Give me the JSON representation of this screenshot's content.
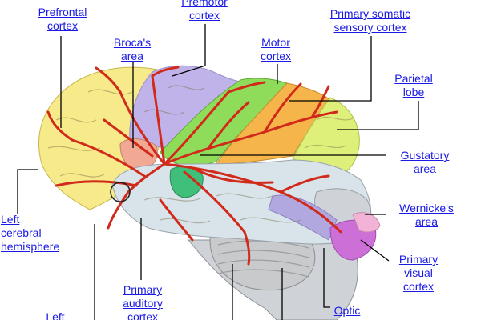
{
  "labels": {
    "prefrontal": [
      "Prefrontal",
      "cortex"
    ],
    "premotor": [
      "Premotor",
      "cortex"
    ],
    "somatic": [
      "Primary somatic",
      "sensory cortex"
    ],
    "broca": [
      "Broca's",
      "area"
    ],
    "motor": [
      "Motor",
      "cortex"
    ],
    "parietal": [
      "Parietal",
      "lobe"
    ],
    "gustatory": [
      "Gustatory",
      "area"
    ],
    "left_hemisphere": [
      "Left",
      "cerebral",
      "hemisphere"
    ],
    "wernicke": [
      "Wernicke's",
      "area"
    ],
    "visual": [
      "Primary",
      "visual",
      "cortex"
    ],
    "auditory": [
      "Primary",
      "auditory",
      "cortex"
    ],
    "optic": [
      "Optic"
    ],
    "left_bottom": [
      "Left"
    ]
  },
  "colors": {
    "label": "#1a1ae6",
    "leader": "#000000",
    "prefrontal": "#f7ea8a",
    "premotor": "#bfb3ea",
    "motor": "#8fdc5a",
    "somatic": "#f5b54a",
    "parietal": "#dff07a",
    "broca": "#f2a994",
    "gustatory": "#3fbf7a",
    "temporal": "#d8e3ea",
    "lobe_grey": "#cfd3d8",
    "wernicke": "#b2a8e0",
    "visual": "#cc6fd6",
    "visual_pink": "#f2b3d6",
    "cerebellum": "#c8cacc",
    "arteries": "#d12a1a"
  }
}
